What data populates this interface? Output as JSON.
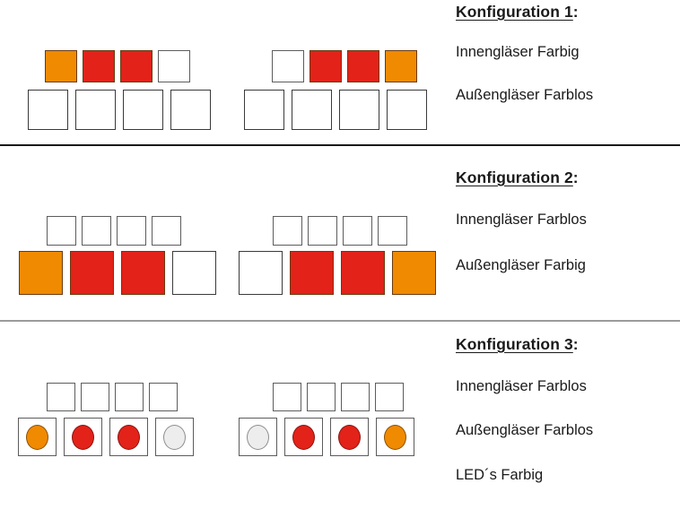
{
  "palette": {
    "orange": "#F08A00",
    "red": "#E32219",
    "clear": "#FFFFFF",
    "led_off": "#EDEDED",
    "outline": "#5C5C5C",
    "divider_dark": "#1A1A1A",
    "divider_light": "#9B9B9B"
  },
  "sections": [
    {
      "title_text": "Konfiguration 1",
      "title_colon": ":",
      "lines": [
        "Innengläser Farbig",
        "Außengläser Farblos"
      ],
      "rows": [
        {
          "role": "Innengläser",
          "type": "glass",
          "groups": [
            {
              "cells": [
                "orange",
                "red",
                "red",
                "clear"
              ]
            },
            {
              "cells": [
                "clear",
                "red",
                "red",
                "orange"
              ]
            }
          ]
        },
        {
          "role": "Außengläser",
          "type": "glass",
          "groups": [
            {
              "cells": [
                "clear",
                "clear",
                "clear",
                "clear"
              ]
            },
            {
              "cells": [
                "clear",
                "clear",
                "clear",
                "clear"
              ]
            }
          ]
        }
      ]
    },
    {
      "title_text": "Konfiguration 2",
      "title_colon": ":",
      "lines": [
        "Innengläser Farblos",
        "Außengläser Farbig"
      ],
      "rows": [
        {
          "role": "Innengläser",
          "type": "glass",
          "groups": [
            {
              "cells": [
                "clear",
                "clear",
                "clear",
                "clear"
              ]
            },
            {
              "cells": [
                "clear",
                "clear",
                "clear",
                "clear"
              ]
            }
          ]
        },
        {
          "role": "Außengläser",
          "type": "glass",
          "groups": [
            {
              "cells": [
                "orange",
                "red",
                "red",
                "clear"
              ]
            },
            {
              "cells": [
                "clear",
                "red",
                "red",
                "orange"
              ]
            }
          ]
        }
      ]
    },
    {
      "title_text": "Konfiguration 3",
      "title_colon": ":",
      "lines": [
        "Innengläser Farblos",
        "Außengläser Farblos",
        "LED´s Farbig"
      ],
      "rows": [
        {
          "role": "Innengläser",
          "type": "glass",
          "groups": [
            {
              "cells": [
                "clear",
                "clear",
                "clear",
                "clear"
              ]
            },
            {
              "cells": [
                "clear",
                "clear",
                "clear",
                "clear"
              ]
            }
          ]
        },
        {
          "role": "Außengläser mit LEDs",
          "type": "led",
          "groups": [
            {
              "cells": [
                "orange",
                "red",
                "red",
                "led_off"
              ]
            },
            {
              "cells": [
                "led_off",
                "red",
                "red",
                "orange"
              ]
            }
          ]
        }
      ]
    }
  ]
}
